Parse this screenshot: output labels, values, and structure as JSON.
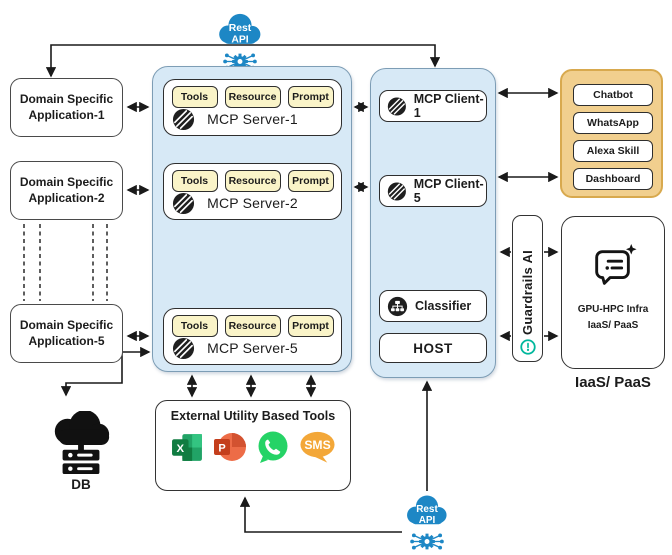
{
  "colors": {
    "container_blue": "#d7e9f6",
    "container_blue_border": "#7d9db5",
    "chip_yellow": "#faf4c8",
    "channels_yellow": "#f1cf8e",
    "channels_border": "#d8a94e",
    "api_blue": "#1d87c5",
    "guardrails_teal": "#00b79c",
    "line_black": "#1a1a1a"
  },
  "top_api": {
    "line1": "Rest",
    "line2": "API"
  },
  "bottom_api": {
    "line1": "Rest",
    "line2": "API"
  },
  "apps": [
    {
      "line1": "Domain Specific",
      "line2": "Application-1"
    },
    {
      "line1": "Domain Specific",
      "line2": "Application-2"
    },
    {
      "line1": "Domain Specific",
      "line2": "Application-5"
    }
  ],
  "servers": [
    {
      "name": "MCP Server-1",
      "chips": [
        "Tools",
        "Resource",
        "Prompt"
      ]
    },
    {
      "name": "MCP Server-2",
      "chips": [
        "Tools",
        "Resource",
        "Prompt"
      ]
    },
    {
      "name": "MCP Server-5",
      "chips": [
        "Tools",
        "Resource",
        "Prompt"
      ]
    }
  ],
  "clients": [
    {
      "name": "MCP Client-1"
    },
    {
      "name": "MCP Client-5"
    }
  ],
  "classifier": {
    "label": "Classifier"
  },
  "host": {
    "label": "HOST"
  },
  "channels": [
    {
      "label": "Chatbot"
    },
    {
      "label": "WhatsApp"
    },
    {
      "label": "Alexa Skill"
    },
    {
      "label": "Dashboard"
    }
  ],
  "guardrails": {
    "label": "Guardrails AI"
  },
  "infra": {
    "line1": "GPU-HPC Infra",
    "line2": "IaaS/ PaaS",
    "caption": "IaaS/ PaaS"
  },
  "db": {
    "label": "DB"
  },
  "tools": {
    "title": "External Utility Based Tools",
    "excel_letter": "X",
    "ppt_letter": "P",
    "sms_label": "SMS"
  }
}
